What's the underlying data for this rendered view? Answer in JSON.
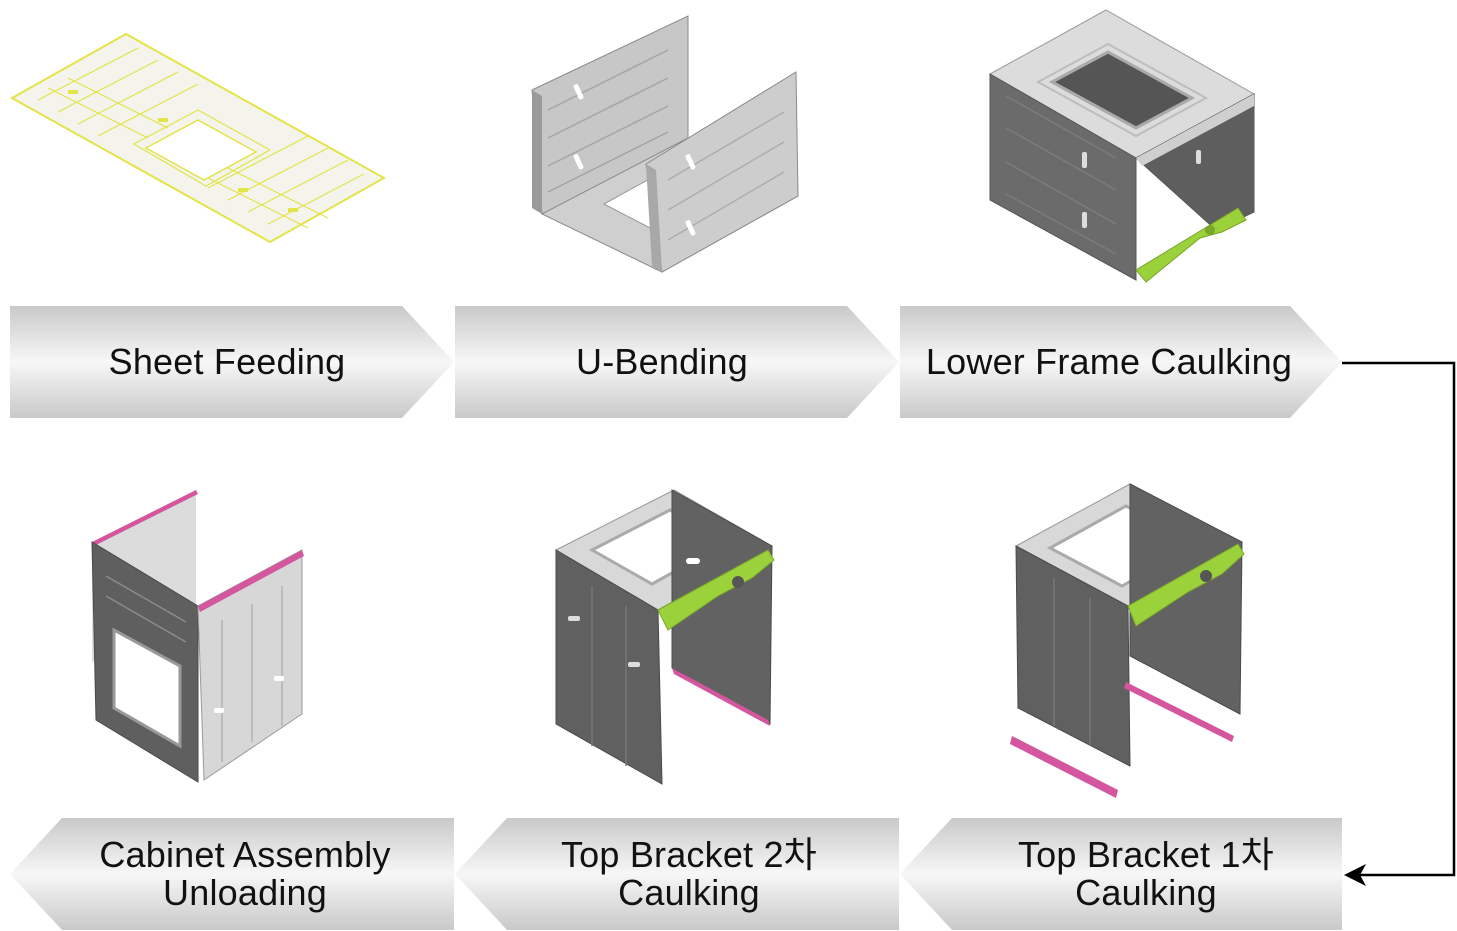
{
  "steps": [
    {
      "id": "sheet-feeding",
      "lines": [
        "Sheet Feeding"
      ],
      "direction": "right"
    },
    {
      "id": "u-bending",
      "lines": [
        "U-Bending"
      ],
      "direction": "right"
    },
    {
      "id": "lower-frame-caulking",
      "lines": [
        "Lower Frame Caulking"
      ],
      "direction": "right"
    },
    {
      "id": "top-bracket-1-caulking",
      "lines": [
        "Top Bracket 1차",
        "Caulking"
      ],
      "direction": "left"
    },
    {
      "id": "top-bracket-2-caulking",
      "lines": [
        "Top Bracket 2차",
        "Caulking"
      ],
      "direction": "left"
    },
    {
      "id": "cabinet-assembly-unloading",
      "lines": [
        "Cabinet Assembly",
        "Unloading"
      ],
      "direction": "left"
    }
  ],
  "colors": {
    "panel_dark": "#6d6d6d",
    "panel_light": "#d4d4d4",
    "sheet_fill": "#f3f3ea",
    "sheet_outline": "#e6e84a",
    "bracket_green": "#9bd13a",
    "bracket_pink": "#d4569f",
    "arrow_line": "#000000"
  }
}
